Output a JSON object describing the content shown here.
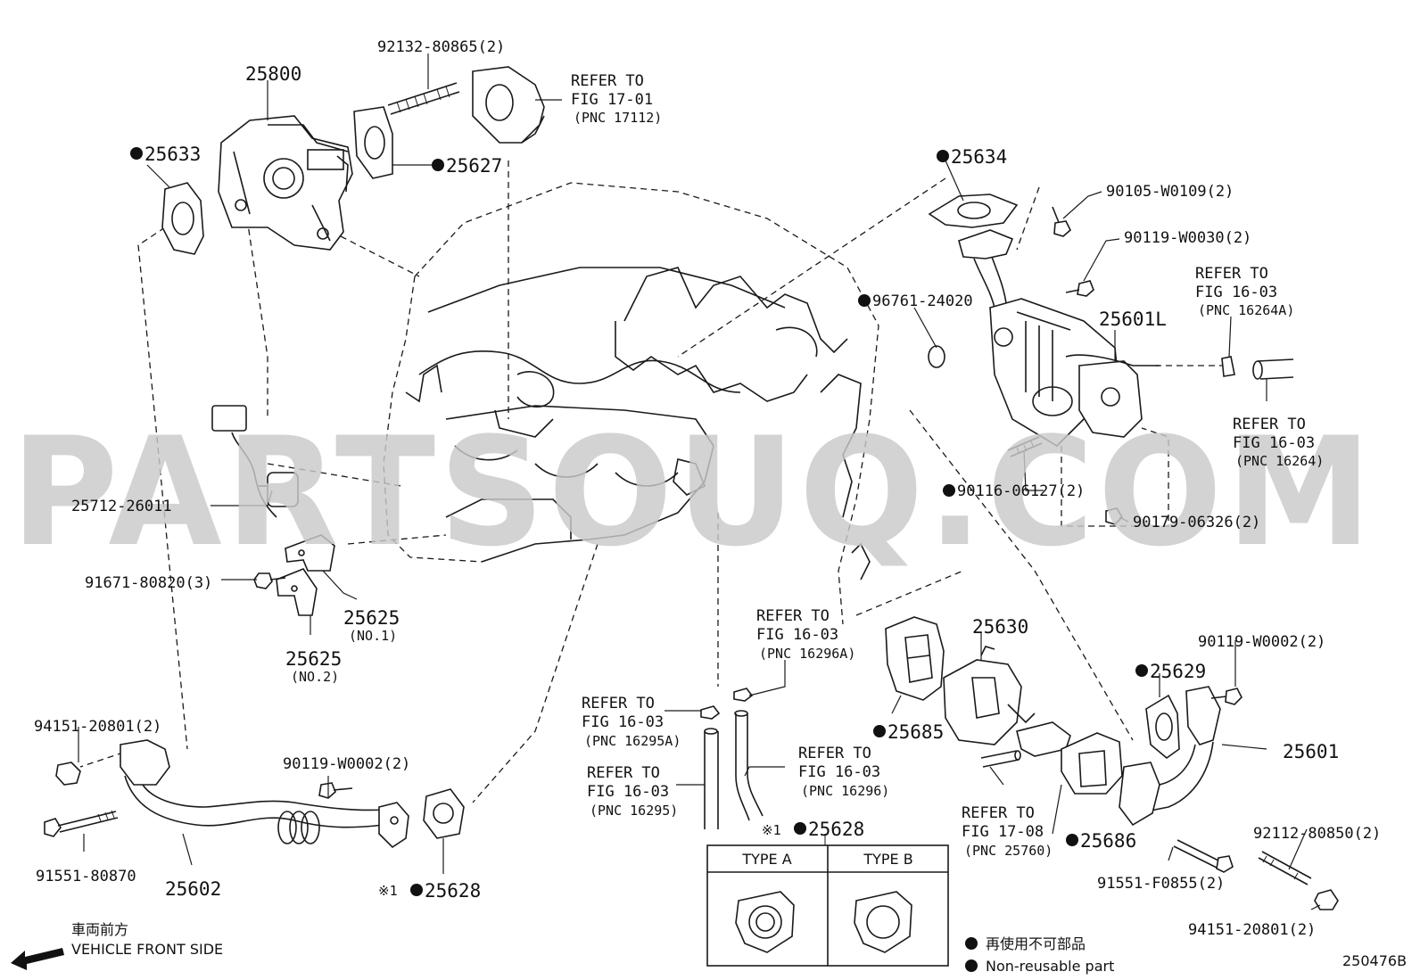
{
  "diagram_id": "250476B",
  "direction": {
    "label_jp": "車両前方",
    "label_en": "VEHICLE FRONT SIDE"
  },
  "legend": {
    "text_jp": "再使用不可部品",
    "text_en": "Non-reusable part"
  },
  "watermark": "PARTSOUQ.COM",
  "type_box": {
    "type_a": "TYPE A",
    "type_b": "TYPE B"
  },
  "labels": {
    "p25800": "25800",
    "p92132": "92132-80865(2)",
    "p25633": "25633",
    "p25627": "25627",
    "p25634": "25634",
    "p90105": "90105-W0109(2)",
    "p90119a": "90119-W0030(2)",
    "p96761": "96761-24020",
    "p25601L": "25601L",
    "p25712": "25712-26011",
    "p90116": "90116-06127(2)",
    "p90179": "90179-06326(2)",
    "p91671": "91671-80820(3)",
    "p25625a": "25625",
    "p25625a_sub": "(NO.1)",
    "p25625b": "25625",
    "p25625b_sub": "(NO.2)",
    "p25630": "25630",
    "p90119b": "90119-W0002(2)",
    "p25629": "25629",
    "p25685": "25685",
    "p25601": "25601",
    "p94151a": "94151-20801(2)",
    "p90119c": "90119-W0002(2)",
    "p25628a": "25628",
    "p25628a_prefix": "※1",
    "p25628b": "25628",
    "p25628b_prefix": "※1",
    "p25686": "25686",
    "p92112": "92112-80850(2)",
    "p91551a": "91551-80870",
    "p25602": "25602",
    "p91551b": "91551-F0855(2)",
    "p94151b": "94151-20801(2)"
  },
  "refers": {
    "r17112": {
      "l1": "REFER TO",
      "l2": "FIG 17-01",
      "l3": "(PNC 17112)"
    },
    "r16264A": {
      "l1": "REFER TO",
      "l2": "FIG 16-03",
      "l3": "(PNC 16264A)"
    },
    "r16264": {
      "l1": "REFER TO",
      "l2": "FIG 16-03",
      "l3": "(PNC 16264)"
    },
    "r16296A": {
      "l1": "REFER TO",
      "l2": "FIG 16-03",
      "l3": "(PNC 16296A)"
    },
    "r16295A": {
      "l1": "REFER TO",
      "l2": "FIG 16-03",
      "l3": "(PNC 16295A)"
    },
    "r16296": {
      "l1": "REFER TO",
      "l2": "FIG 16-03",
      "l3": "(PNC 16296)"
    },
    "r16295": {
      "l1": "REFER TO",
      "l2": "FIG 16-03",
      "l3": "(PNC 16295)"
    },
    "r25760": {
      "l1": "REFER TO",
      "l2": "FIG 17-08",
      "l3": "(PNC 25760)"
    }
  }
}
